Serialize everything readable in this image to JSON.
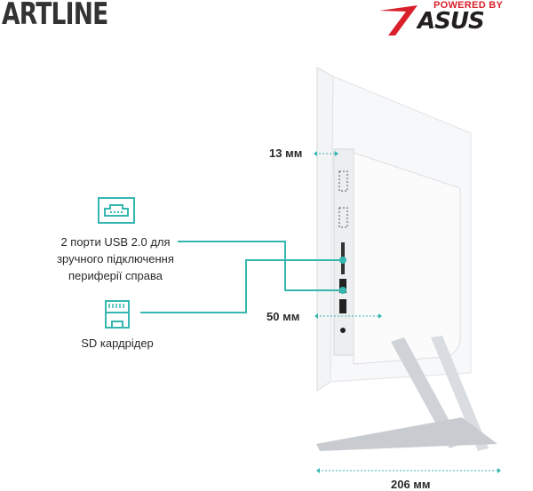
{
  "brand": {
    "left_logo": "ARTLINE",
    "right_logo_top": "POWERED BY",
    "right_logo_main": "ASUS"
  },
  "features": [
    {
      "icon": "usb-port-icon",
      "label_lines": [
        "2 порти USB 2.0 для",
        "зручного підключення",
        "периферії справа"
      ]
    },
    {
      "icon": "sd-card-icon",
      "label_lines": [
        "SD кардрідер"
      ]
    }
  ],
  "dimensions": {
    "top_thickness": "13 мм",
    "body_thickness": "50 мм",
    "stand_depth": "206 мм"
  },
  "colors": {
    "accent": "#35b7b0",
    "asus_red": "#d9202a"
  }
}
